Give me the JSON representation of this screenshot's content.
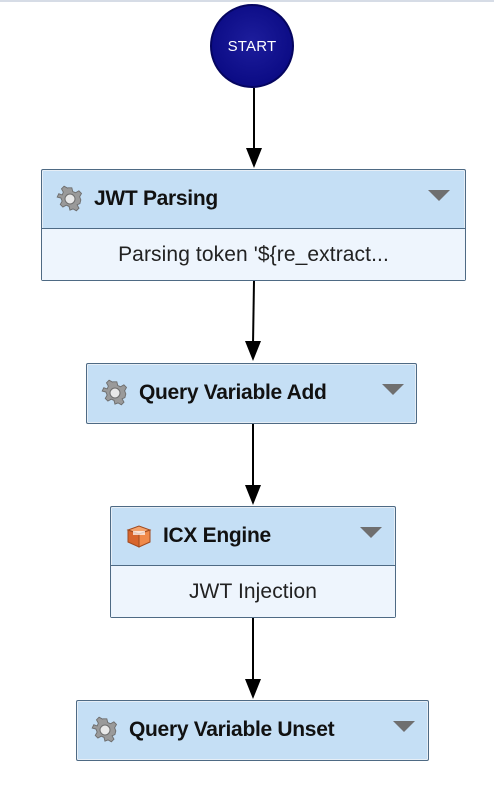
{
  "start": {
    "label": "START"
  },
  "nodes": [
    {
      "title": "JWT Parsing",
      "subtitle": "Parsing token '${re_extract...",
      "icon": "gear-icon"
    },
    {
      "title": "Query Variable Add",
      "icon": "gear-icon"
    },
    {
      "title": "ICX Engine",
      "subtitle": "JWT Injection",
      "icon": "box-icon"
    },
    {
      "title": "Query Variable Unset",
      "icon": "gear-icon"
    }
  ],
  "colors": {
    "start_fill": "#0c0c86",
    "node_header": "#c5dff5",
    "node_body": "#eef5fd",
    "node_border": "#4e6a84",
    "connector": "#000000"
  }
}
